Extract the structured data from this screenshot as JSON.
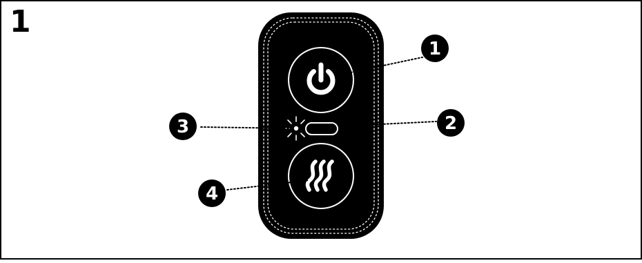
{
  "figure": {
    "number": "1"
  },
  "callouts": [
    {
      "id": "1",
      "target": "power-button"
    },
    {
      "id": "2",
      "target": "indicator-bar"
    },
    {
      "id": "3",
      "target": "status-light"
    },
    {
      "id": "4",
      "target": "heat-button"
    }
  ],
  "device": {
    "body_color": "#000000",
    "stitch_color": "#ffffff",
    "icons": [
      "power-icon",
      "heat-waves-icon",
      "light-rays-icon"
    ]
  }
}
